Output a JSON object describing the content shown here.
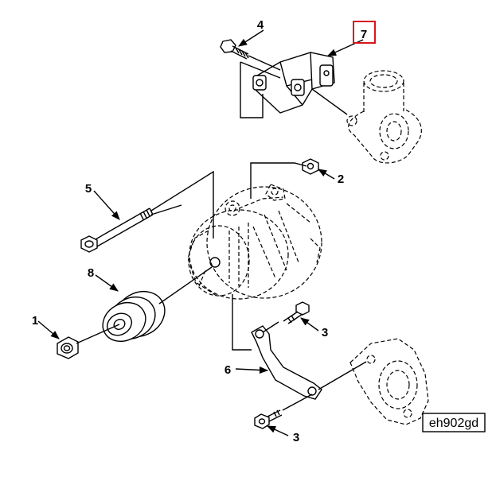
{
  "callouts": [
    {
      "id": "1",
      "label": "1"
    },
    {
      "id": "2",
      "label": "2"
    },
    {
      "id": "3a",
      "label": "3"
    },
    {
      "id": "3b",
      "label": "3"
    },
    {
      "id": "4",
      "label": "4"
    },
    {
      "id": "5",
      "label": "5"
    },
    {
      "id": "6",
      "label": "6"
    },
    {
      "id": "7",
      "label": "7",
      "highlighted": true
    },
    {
      "id": "8",
      "label": "8"
    }
  ],
  "reference_code": "eh902gd",
  "colors": {
    "highlight": "#d9141c",
    "ink": "#000000"
  }
}
